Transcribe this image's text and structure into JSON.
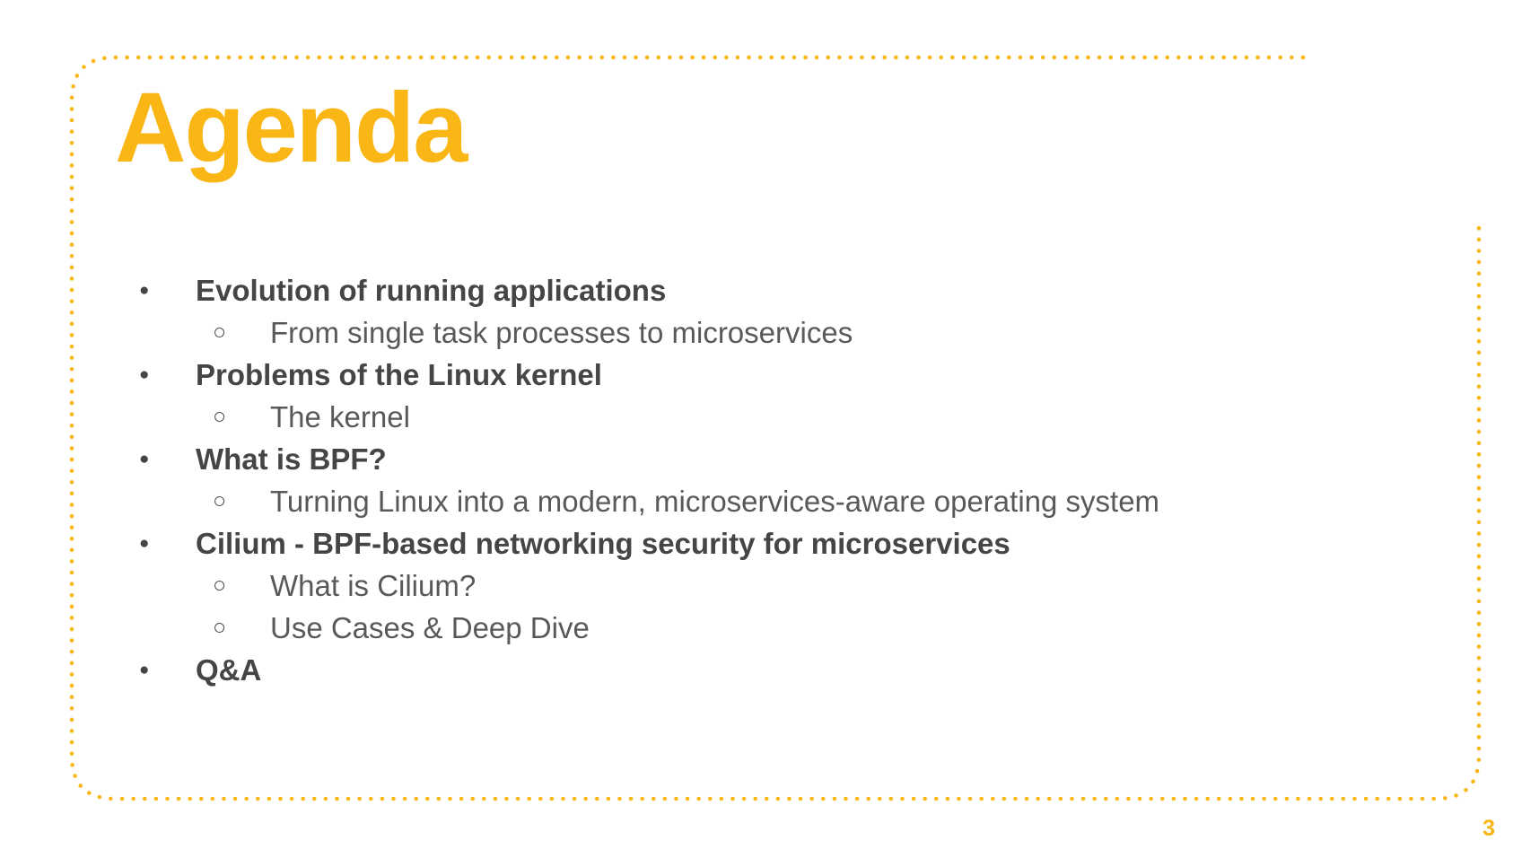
{
  "slide": {
    "title": "Agenda",
    "page_number": "3",
    "accent_color": "#F9B615",
    "icons": {
      "bullet": "●",
      "sub_bullet": "○"
    },
    "items": [
      {
        "label": "Evolution of running applications",
        "sub": [
          "From single task processes to microservices"
        ]
      },
      {
        "label": "Problems of the Linux kernel",
        "sub": [
          "The kernel"
        ]
      },
      {
        "label": "What is BPF?",
        "sub": [
          "Turning Linux into a modern, microservices-aware operating system"
        ]
      },
      {
        "label": "Cilium - BPF-based networking security for microservices",
        "sub": [
          "What is Cilium?",
          "Use Cases & Deep Dive"
        ]
      },
      {
        "label": "Q&A",
        "sub": []
      }
    ]
  }
}
